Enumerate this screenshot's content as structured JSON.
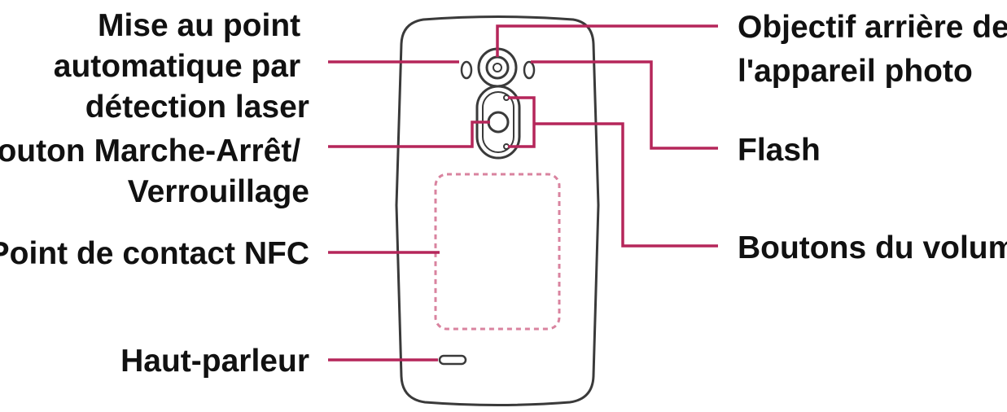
{
  "colors": {
    "leader_line": "#b5265a",
    "phone_outline": "#3a3a3a",
    "nfc_outline": "#d9839f",
    "label_text": "#111111",
    "background": "#ffffff"
  },
  "labels": {
    "laser_af": {
      "line1": "Mise au point",
      "line2": "automatique par",
      "line3": "détection laser"
    },
    "power_lock": {
      "line1": "Bouton Marche-Arrêt/",
      "line2": "Verrouillage"
    },
    "nfc": {
      "line1": "Point de contact NFC"
    },
    "speaker": {
      "line1": "Haut-parleur"
    },
    "rear_camera": {
      "line1": "Objectif arrière de",
      "line2": "l'appareil photo"
    },
    "flash": {
      "line1": "Flash"
    },
    "volume": {
      "line1": "Boutons du volume"
    }
  }
}
